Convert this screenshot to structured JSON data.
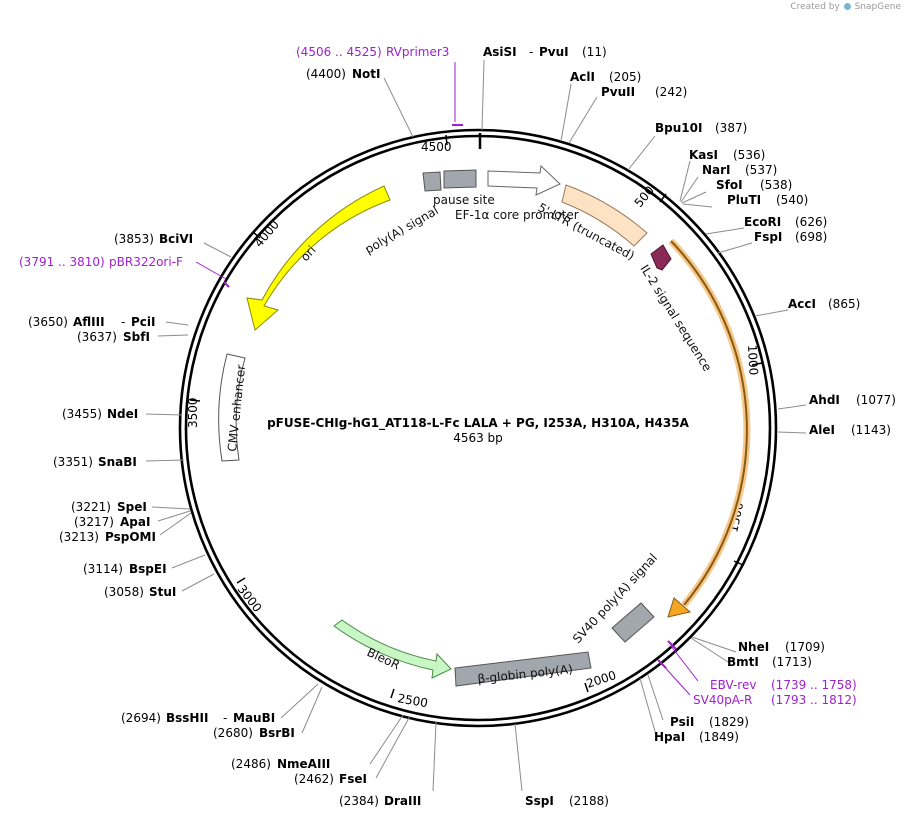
{
  "branding": {
    "created_by": "Created by",
    "brand": "SnapGene"
  },
  "plasmid": {
    "name": "pFUSE-CHIg-hG1_AT118-L-Fc LALA + PG, I253A, H310A, H435A",
    "length": 4563,
    "length_label": "4563 bp"
  },
  "ticks": [
    "500",
    "1000",
    "1500",
    "2000",
    "2500",
    "3000",
    "3500",
    "4000",
    "4500"
  ],
  "colors": {
    "ori": "#ffff00",
    "ltr": "#fde2c4",
    "signal_peptide": "#8b2a55",
    "cds_orange": "#f5a623",
    "bleor": "#c8f7c5",
    "polya": "#a2a7ad",
    "primer": "#a020d0"
  },
  "sites_right": [
    {
      "name": "AsiSI",
      "sep": "-",
      "name2": "PvuI",
      "pos": "(11)"
    },
    {
      "name": "AclI",
      "pos": "(205)"
    },
    {
      "name": "PvuII",
      "pos": "(242)"
    },
    {
      "name": "Bpu10I",
      "pos": "(387)"
    },
    {
      "name": "KasI",
      "pos": "(536)"
    },
    {
      "name": "NarI",
      "pos": "(537)"
    },
    {
      "name": "SfoI",
      "pos": "(538)"
    },
    {
      "name": "PluTI",
      "pos": "(540)"
    },
    {
      "name": "EcoRI",
      "pos": "(626)"
    },
    {
      "name": "FspI",
      "pos": "(698)"
    },
    {
      "name": "AccI",
      "pos": "(865)"
    },
    {
      "name": "AhdI",
      "pos": "(1077)"
    },
    {
      "name": "AleI",
      "pos": "(1143)"
    },
    {
      "name": "NheI",
      "pos": "(1709)"
    },
    {
      "name": "BmtI",
      "pos": "(1713)"
    },
    {
      "name": "PsiI",
      "pos": "(1829)"
    },
    {
      "name": "HpaI",
      "pos": "(1849)"
    },
    {
      "name": "SspI",
      "pos": "(2188)"
    }
  ],
  "sites_left": [
    {
      "name": "NotI",
      "pos": "(4400)"
    },
    {
      "name": "BciVI",
      "pos": "(3853)"
    },
    {
      "name": "AflIII",
      "sep": "-",
      "name2": "PciI",
      "pos": "(3650)"
    },
    {
      "name": "SbfI",
      "pos": "(3637)"
    },
    {
      "name": "NdeI",
      "pos": "(3455)"
    },
    {
      "name": "SnaBI",
      "pos": "(3351)"
    },
    {
      "name": "SpeI",
      "pos": "(3221)"
    },
    {
      "name": "ApaI",
      "pos": "(3217)"
    },
    {
      "name": "PspOMI",
      "pos": "(3213)"
    },
    {
      "name": "BspEI",
      "pos": "(3114)"
    },
    {
      "name": "StuI",
      "pos": "(3058)"
    },
    {
      "name": "BssHII",
      "sep": "-",
      "name2": "MauBI",
      "pos": "(2694)"
    },
    {
      "name": "BsrBI",
      "pos": "(2680)"
    },
    {
      "name": "NmeAIII",
      "pos": "(2486)"
    },
    {
      "name": "FseI",
      "pos": "(2462)"
    },
    {
      "name": "DraIII",
      "pos": "(2384)"
    }
  ],
  "primers": [
    {
      "name": "RVprimer3",
      "range": "(4506 .. 4525)"
    },
    {
      "name": "pBR322ori-F",
      "range": "(3791 .. 3810)"
    },
    {
      "name": "EBV-rev",
      "range": "(1739 .. 1758)"
    },
    {
      "name": "SV40pA-R",
      "range": "(1793 .. 1812)"
    }
  ],
  "features": {
    "ori": "ori",
    "polya_signal": "poly(A) signal",
    "pause_site": "pause site",
    "ef1a": "EF-1α core promoter",
    "ltr": "5' LTR (truncated)",
    "il2": "IL-2 signal sequence",
    "cmv": "CMV enhancer",
    "sv40": "SV40 poly(A) signal",
    "bglobin": "β-globin poly(A)",
    "bleor": "BleoR"
  }
}
